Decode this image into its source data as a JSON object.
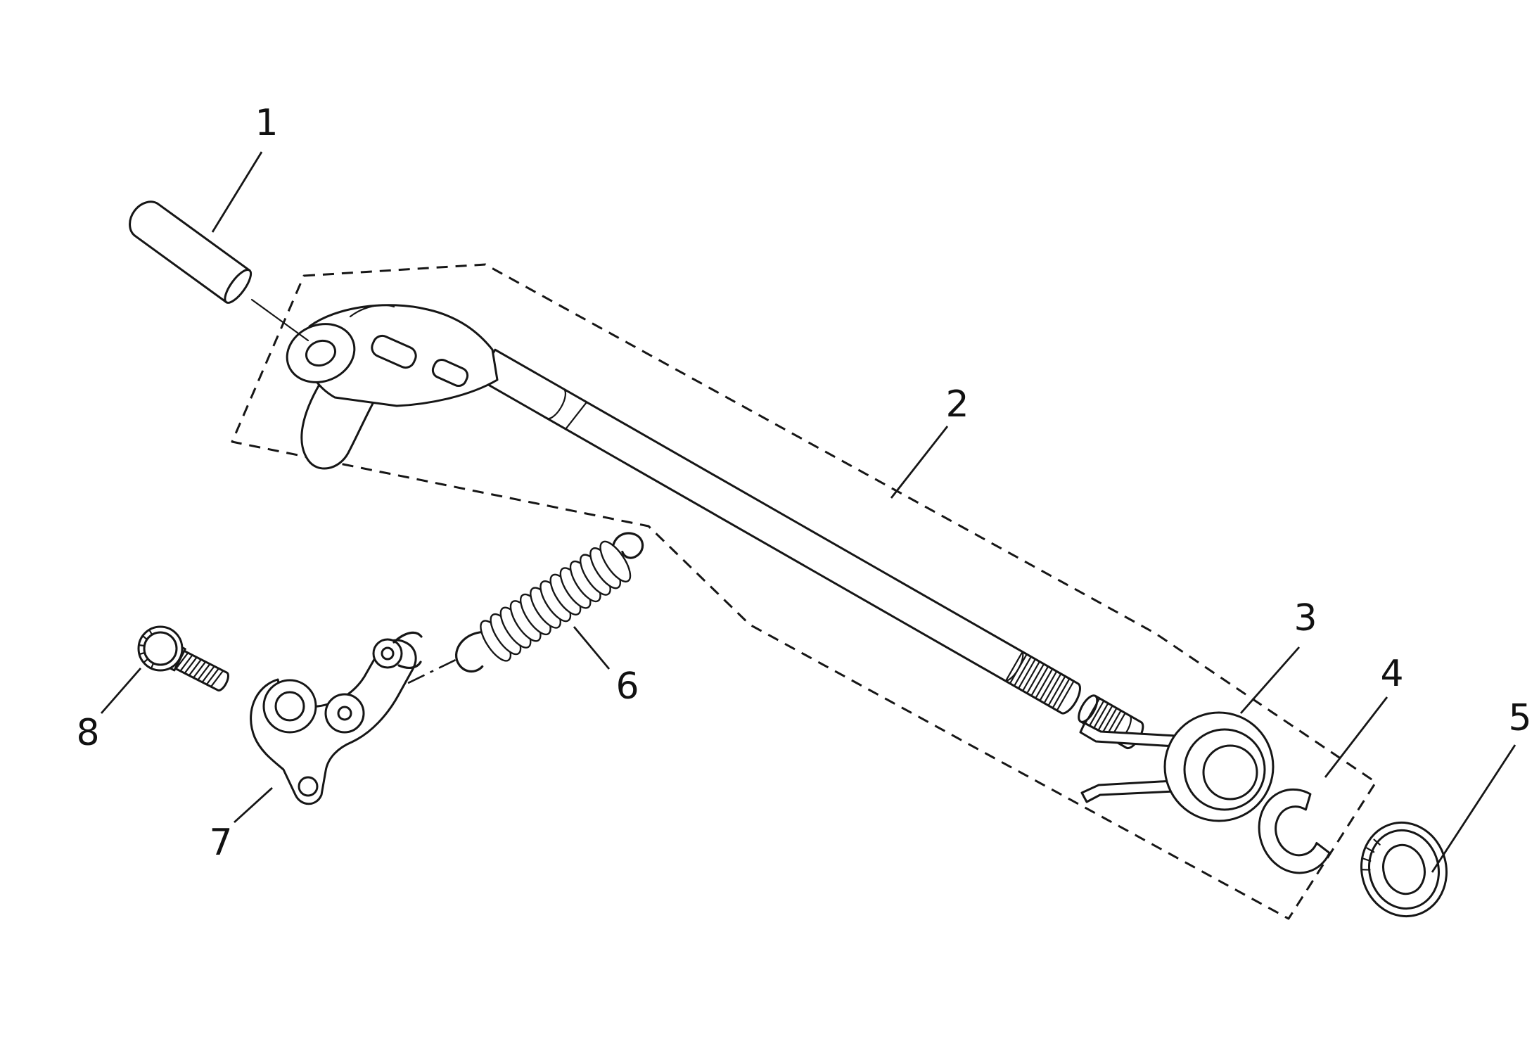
{
  "diagram": {
    "background": "#ffffff",
    "line_color": "#161616",
    "parts": [
      {
        "label": "1"
      },
      {
        "label": "2"
      },
      {
        "label": "3"
      },
      {
        "label": "4"
      },
      {
        "label": "5"
      },
      {
        "label": "6"
      },
      {
        "label": "7"
      },
      {
        "label": "8"
      }
    ]
  }
}
